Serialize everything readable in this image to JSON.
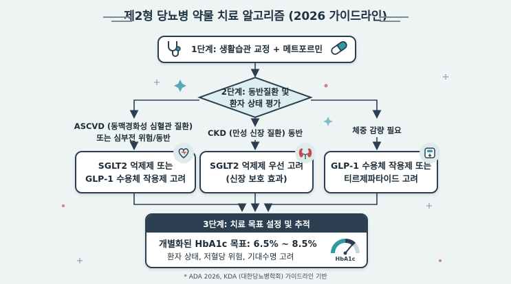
{
  "title": "제2형 당뇨병 약물 치료 알고리즘 (2026 가이드라인)",
  "step1": {
    "label": "1단계: 생활습관 교정 + 메트포르민"
  },
  "step2": {
    "line1": "2단계: 동반질환 및",
    "line2": "환자 상태 평가"
  },
  "branches": [
    {
      "condition_line1": "ASCVD (동맥경화성 심혈관 질환)",
      "condition_line2": "또는 심부전 위험/동반",
      "therapy_line1": "SGLT2 억제제 또는",
      "therapy_line2": "GLP-1 수용체 작용제 고려",
      "icon": "heart-icon"
    },
    {
      "condition_line1": "CKD (만성 신장 질환) 동반",
      "therapy_line1": "SGLT2 억제제 우선 고려",
      "therapy_line2": "(신장 보호 효과)",
      "icon": "kidney-icon"
    },
    {
      "condition_line1": "체중 감량 필요",
      "therapy_line1": "GLP-1 수용체 작용제 또는",
      "therapy_line2": "티르제파타이드 고려",
      "icon": "scale-icon"
    }
  ],
  "step3": {
    "header": "3단계: 치료 목표 설정 및 추적",
    "target": "개별화된 HbA1c 목표: 6.5% ~ 8.5%",
    "factors": "환자 상태, 저혈당 위험, 기대수명 고려",
    "gauge_label": "HbA1c"
  },
  "footer": "* ADA 2026, KDA (대한당뇨병학회) 가이드라인 기반",
  "colors": {
    "dark": "#2b3f51",
    "accent_teal": "#2f9aa3",
    "kidney": "#c0504d",
    "background": "#eef3f4"
  }
}
